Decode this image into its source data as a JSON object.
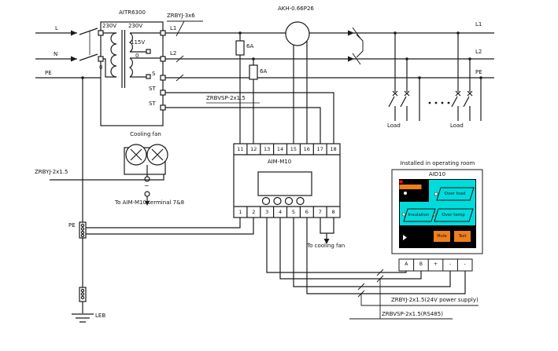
{
  "colors": {
    "line": "#1a1a1a",
    "screen_bg": "#000000",
    "indicator_cyan": "#00dcdc",
    "accent_orange": "#ee7f1b",
    "alarm_red": "#ee1111"
  },
  "supply": {
    "l": "L",
    "n": "N",
    "pe": "PE"
  },
  "transformer": {
    "model": "AITR6300",
    "primary_voltage": "230V",
    "primary_zero": "0",
    "secondary_voltage": "230V",
    "secondary_tap": "115V",
    "secondary_zero": "0",
    "shield": "S",
    "temp1": "ST",
    "temp2": "ST",
    "out_l1": "L1",
    "out_l2": "L2"
  },
  "cables": {
    "mains": "ZRBYJ-3x6",
    "temp_sensor": "ZRBVSP-2x1.5",
    "fan": "ZRBYJ-2x1.5",
    "power_24v": "ZRBYJ-2x1.5(24V power supply)",
    "rs485": "ZRBVSP-2x1.5(RS485)"
  },
  "fuses": {
    "fuse1": "6A",
    "fuse2": "6A"
  },
  "current_transformer": {
    "model": "AKH-0.66P26"
  },
  "cooling_fan": {
    "label": "Cooling fan",
    "connector": "~",
    "note": "To AIM-M10 terminal 7&8"
  },
  "monitor": {
    "model": "AIM-M10",
    "top_terminals": [
      "11",
      "12",
      "13",
      "14",
      "15",
      "16",
      "17",
      "18"
    ],
    "bottom_terminals": [
      "1",
      "2",
      "3",
      "4",
      "5",
      "6",
      "7",
      "8"
    ],
    "fan_note": "To cooling fan"
  },
  "bus": {
    "l1": "L1",
    "l2": "L2",
    "pe": "PE"
  },
  "loads": {
    "left": "Load",
    "right": "Load"
  },
  "earthing": {
    "pe": "PE",
    "leb": "LEB"
  },
  "panel": {
    "location": "Installed in operating room",
    "model": "AID10",
    "indicators": {
      "over_load": "Over load",
      "insulation": "Insulation",
      "over_temp": "Over temp"
    },
    "buttons": {
      "mute": "Mute",
      "test": "Test"
    },
    "terminals": [
      "A",
      "B",
      "+",
      "-",
      "-"
    ]
  }
}
